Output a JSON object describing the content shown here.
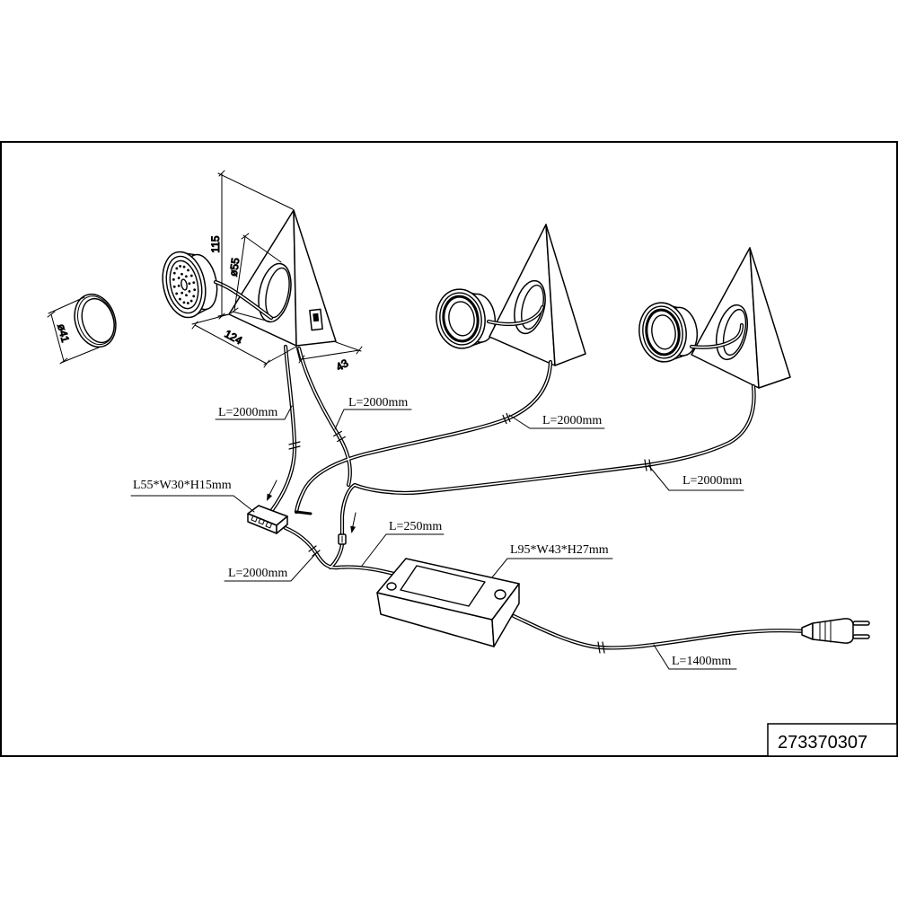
{
  "part_number": "273370307",
  "dimensions": {
    "height": "115",
    "light_diameter": "ø55",
    "width": "124",
    "depth": "43",
    "cutout_diameter": "ø41"
  },
  "cable_lengths": {
    "light1_cable_a": "L=2000mm",
    "light1_cable_b": "L=2000mm",
    "light2_cable": "L=2000mm",
    "light3_cable": "L=2000mm",
    "junction_output": "L=2000mm",
    "driver_output": "L=250mm",
    "mains_cable": "L=1400mm"
  },
  "component_sizes": {
    "junction_box": "L55*W30*H15mm",
    "driver": "L95*W43*H27mm"
  }
}
